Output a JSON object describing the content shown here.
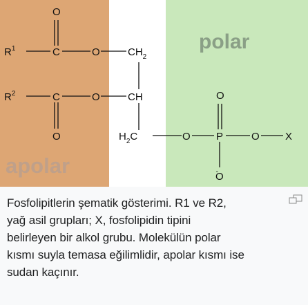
{
  "figure": {
    "colors": {
      "apolar_zone": "#dda674",
      "middle_zone": "#ffffff",
      "polar_zone": "#c9e8bb",
      "apolar_label": "#bfa08a",
      "polar_label": "#8a9f86"
    },
    "zone_labels": {
      "apolar": "apolar",
      "polar": "polar"
    },
    "atoms": {
      "o_top": "O",
      "r1": "R",
      "r1_sup": "1",
      "c1": "C",
      "o_ester1": "O",
      "ch2_top": "CH",
      "ch2_top_sub": "2",
      "r2": "R",
      "r2_sup": "2",
      "c2": "C",
      "o_ester2": "O",
      "ch_mid": "CH",
      "o_bottom": "O",
      "h2c": "H",
      "h2c_sub": "2",
      "h2c_c": "C",
      "o_phos_link": "O",
      "p": "P",
      "o_phos_top": "O",
      "o_phos_right": "O",
      "x": "X",
      "o_minus": "O",
      "minus": "-"
    }
  },
  "caption": {
    "lines": [
      "Fosfolipitlerin şematik gösterimi. R1 ve R2,",
      "yağ asil grupları; X, fosfolipidin tipini",
      "belirleyen bir alkol grubu. Molekülün polar",
      "kısmı suyla temasa eğilimlidir, apolar kısmı ise",
      "sudan kaçınır."
    ],
    "enlarge_icon": "enlarge-icon"
  }
}
